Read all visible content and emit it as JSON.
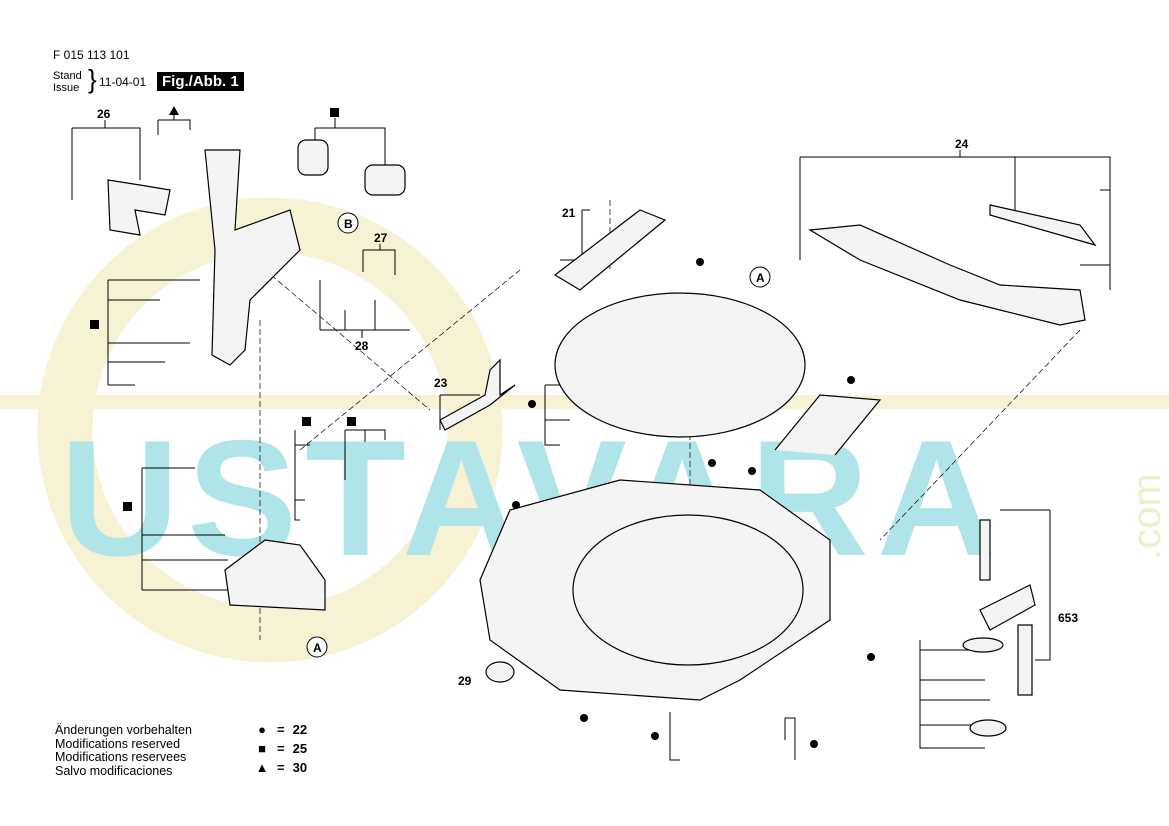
{
  "header": {
    "document_number": "F 015 113 101",
    "stand_label": "Stand",
    "issue_label": "Issue",
    "brace": "}",
    "issue_date": "11-04-01",
    "figure_label": "Fig./Abb. 1"
  },
  "notes": [
    "Änderungen vorbehalten",
    "Modifications reserved",
    "Modifications reservees",
    "Salvo modificaciones"
  ],
  "legend": [
    {
      "symbol": "●",
      "equals": "=",
      "value": "22"
    },
    {
      "symbol": "■",
      "equals": "=",
      "value": "25"
    },
    {
      "symbol": "▲",
      "equals": "=",
      "value": "30"
    }
  ],
  "part_labels": {
    "p26": "26",
    "p24": "24",
    "p21": "21",
    "p27": "27",
    "p28": "28",
    "p23": "23",
    "p29": "29",
    "p653": "653",
    "ref_b": "B",
    "ref_a_top": "A",
    "ref_a_bottom": "A"
  },
  "watermark": {
    "text": "USTAVARA",
    "suffix": ".com",
    "color": "#6fd0d8",
    "circle_color": "#efe9b0"
  }
}
